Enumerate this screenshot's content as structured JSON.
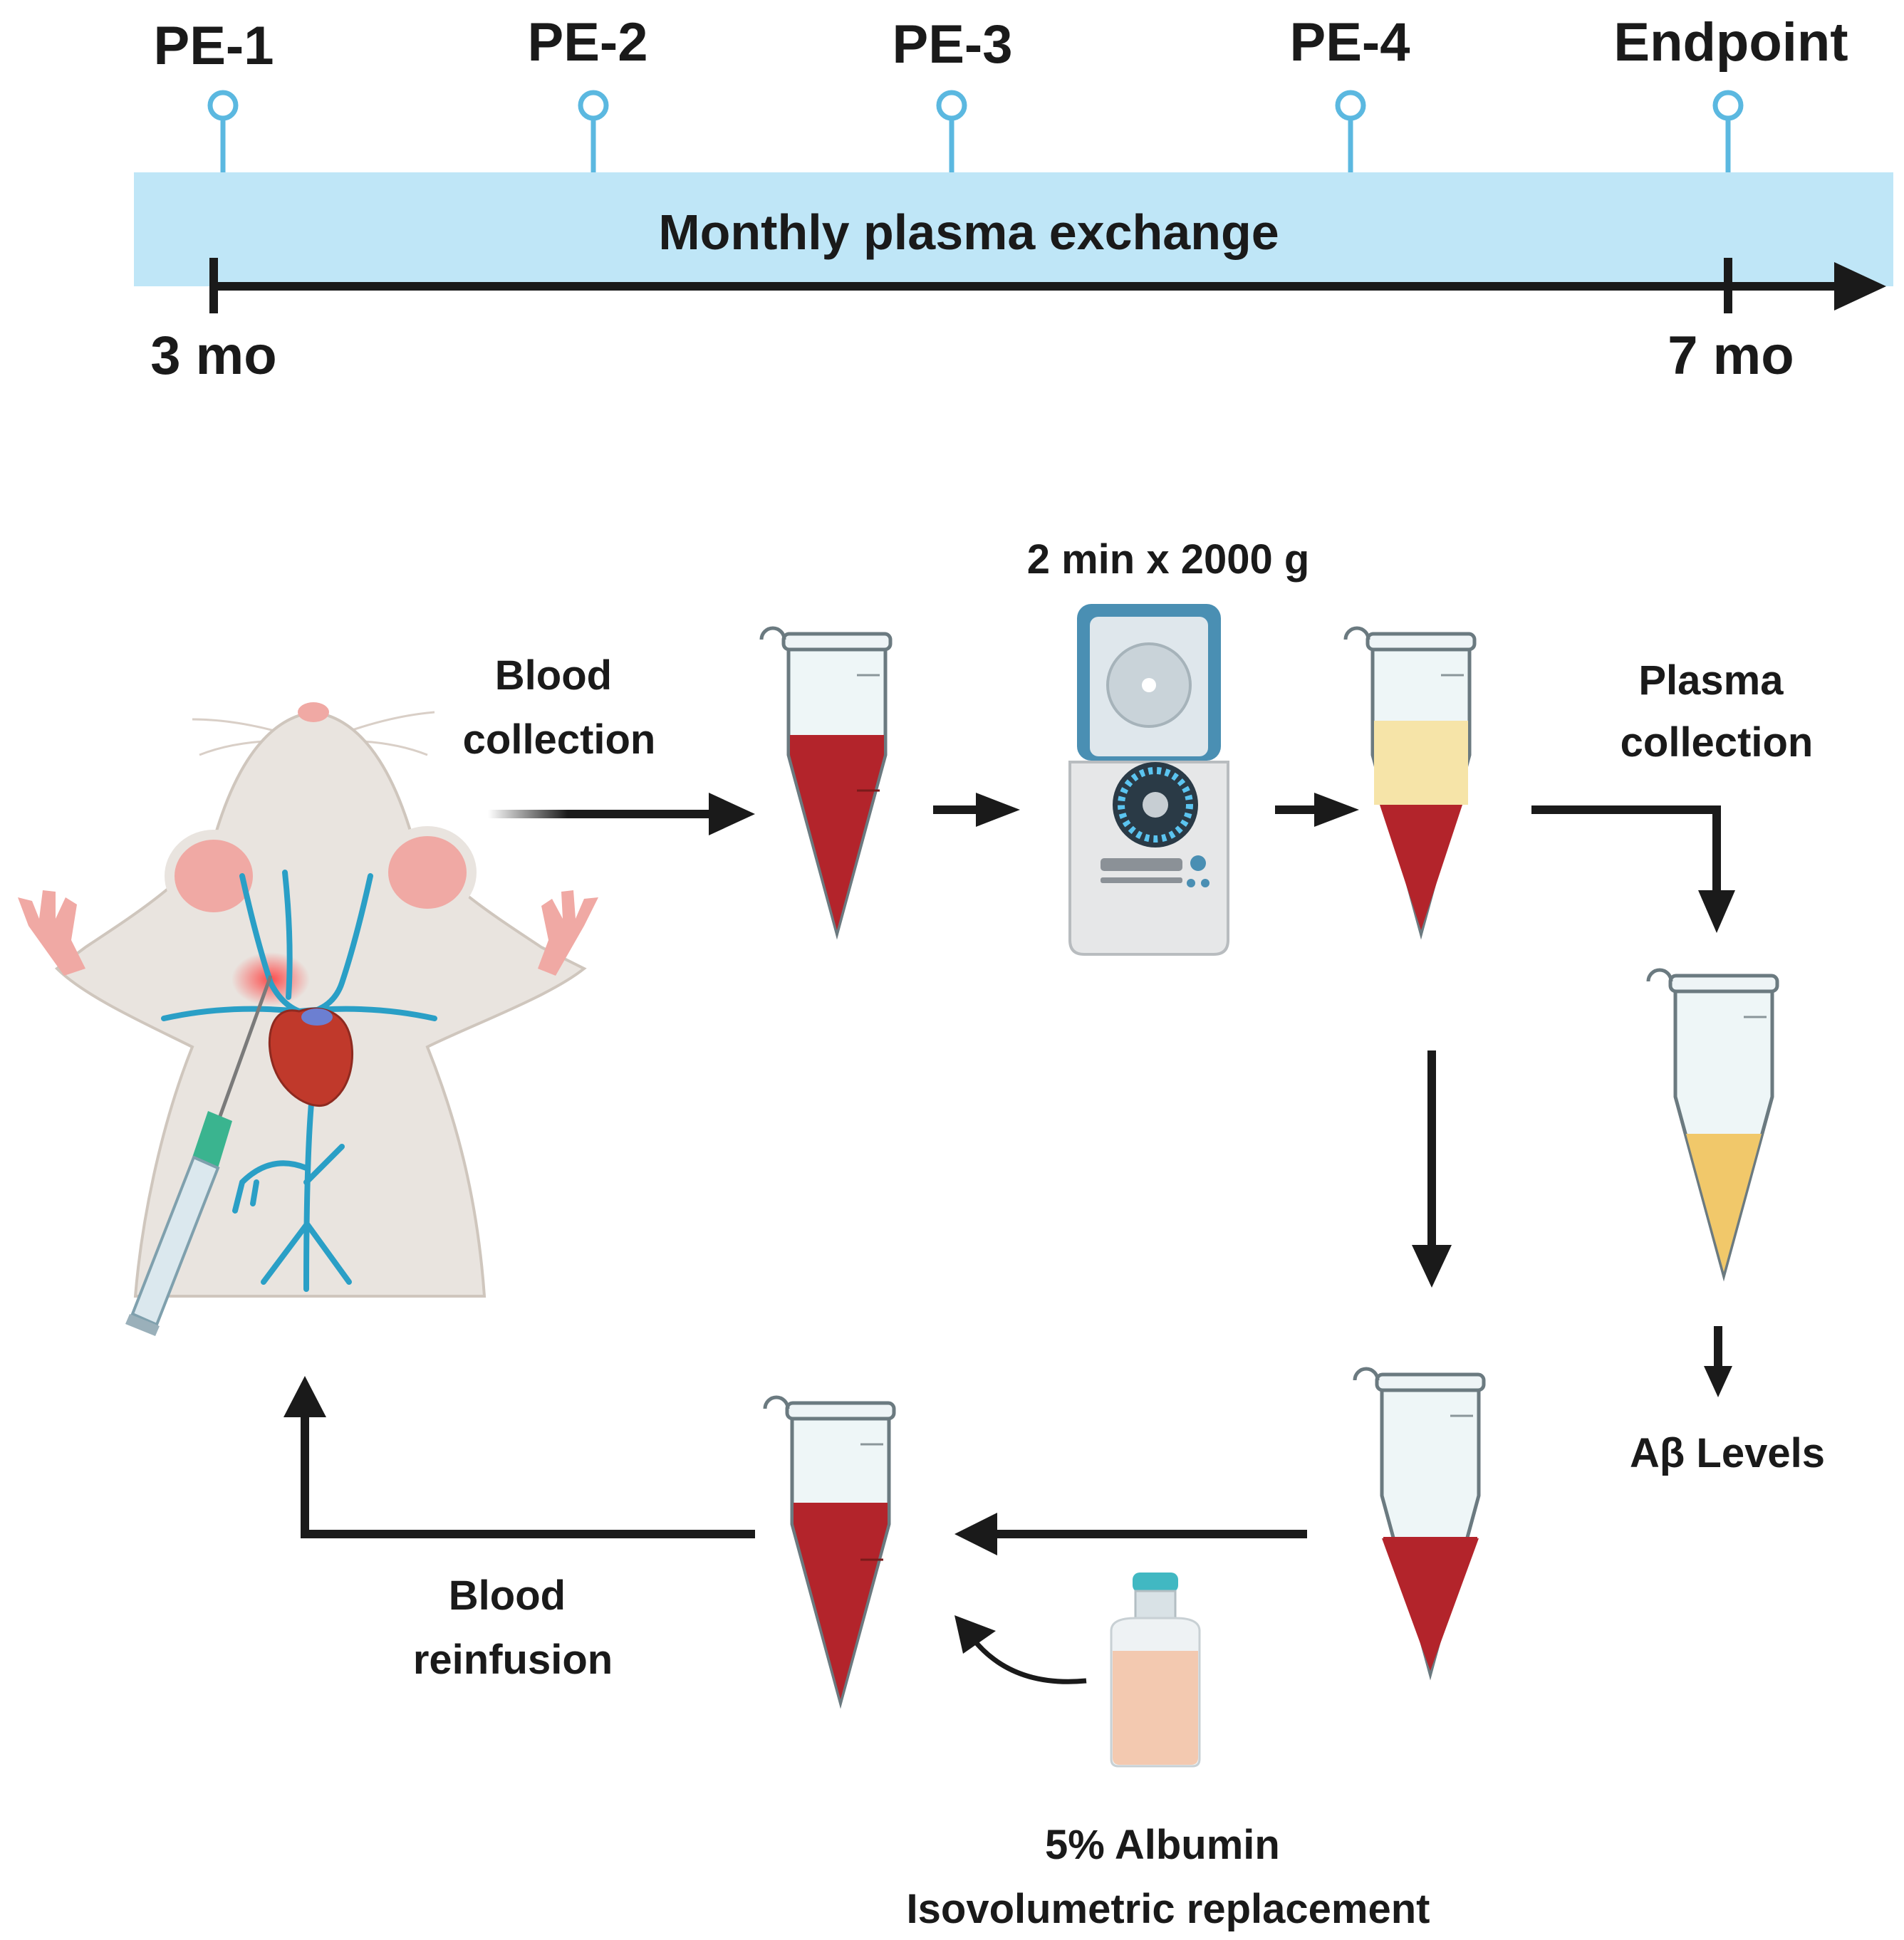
{
  "timeline": {
    "milestones": [
      "PE-1",
      "PE-2",
      "PE-3",
      "PE-4",
      "Endpoint"
    ],
    "band_label": "Monthly plasma exchange",
    "start_label": "3 mo",
    "end_label": "7 mo"
  },
  "steps": {
    "blood_collection": [
      "Blood",
      "collection"
    ],
    "centrifuge": "2 min x 2000 g",
    "plasma_collection": [
      "Plasma",
      "collection"
    ],
    "abeta": "Aβ Levels",
    "blood_reinfusion": [
      "Blood",
      "reinfusion"
    ],
    "albumin": [
      "5% Albumin",
      "Isovolumetric replacement"
    ]
  },
  "colors": {
    "band": "#bfe6f7",
    "pin": "#5bb8e0",
    "arrow": "#1a1a1a",
    "blood": "#b3242b",
    "plasma": "#f6e4a8",
    "vessel": "#2a9fc6",
    "mouse_fur": "#e9e4df",
    "ear": "#f0a9a4",
    "heart": "#c0392b",
    "centrifuge_lid": "#4a8fb3",
    "albumin_liquid": "#f3c9b0"
  }
}
